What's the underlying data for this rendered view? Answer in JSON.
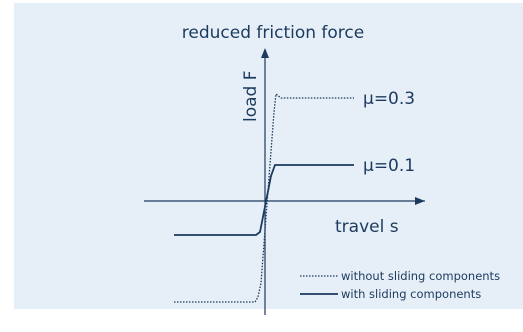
{
  "title": "reduced friction force",
  "axes": {
    "y_label": "load F",
    "x_label": "travel s"
  },
  "curves": {
    "high": {
      "label": "μ=0.3",
      "style": "dotted"
    },
    "low": {
      "label": "μ=0.1",
      "style": "solid"
    }
  },
  "legend": {
    "without": "without sliding components",
    "with": "with sliding components"
  },
  "colors": {
    "panel": "#e6eff7",
    "ink": "#1b3a5e"
  }
}
